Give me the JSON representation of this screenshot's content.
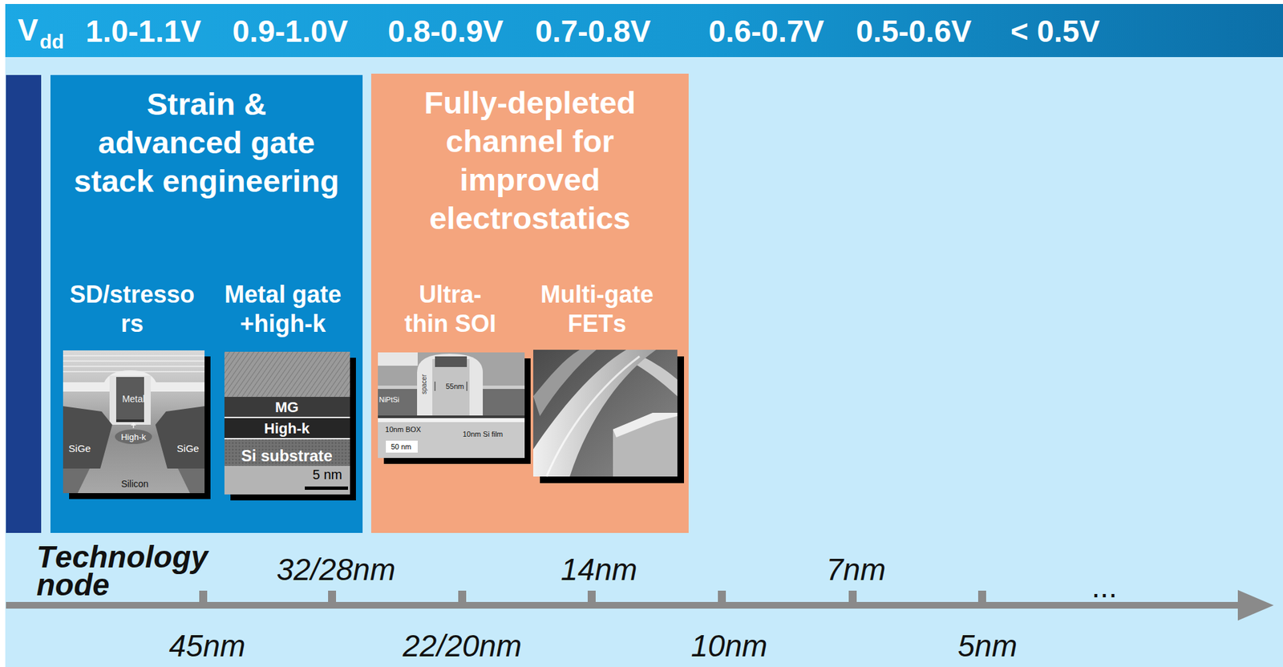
{
  "diagram": {
    "nodes": [
      {
        "text": [
          "V",
          "dd",
          "1.0-1.1V",
          "0.9-1.0V",
          "0.8-0.9V",
          "0.7-0.8V",
          "0.6-0.7V",
          "0.5-0.6V",
          "< 0.5V"
        ]
      },
      {
        "text": [
          "Strain & advanced gate stack engineering"
        ]
      },
      {
        "text": [
          "SD/stresso rs"
        ],
        "in": 1
      },
      {
        "text": [
          "Metal gate +high-k"
        ],
        "in": 1
      },
      {
        "text": [
          "Fully-depleted channel for improved electrostatics"
        ]
      },
      {
        "text": [
          "Ultra- thin SOI"
        ],
        "in": 4
      },
      {
        "text": [
          "Multi-gate FETs"
        ],
        "in": 4
      }
    ],
    "labels": [
      "Metal",
      "High-k",
      "SiGe",
      "SiGe",
      "Silicon",
      "MG",
      "High-k",
      "Si substrate",
      "5 nm",
      "55nm",
      "spacer",
      "NiPtSi",
      "10nm BOX",
      "10nm Si film",
      "50 nm",
      "Technology node",
      "32/28nm",
      "14nm",
      "7nm",
      "...",
      "45nm",
      "22/20nm",
      "10nm",
      "5nm"
    ]
  }
}
